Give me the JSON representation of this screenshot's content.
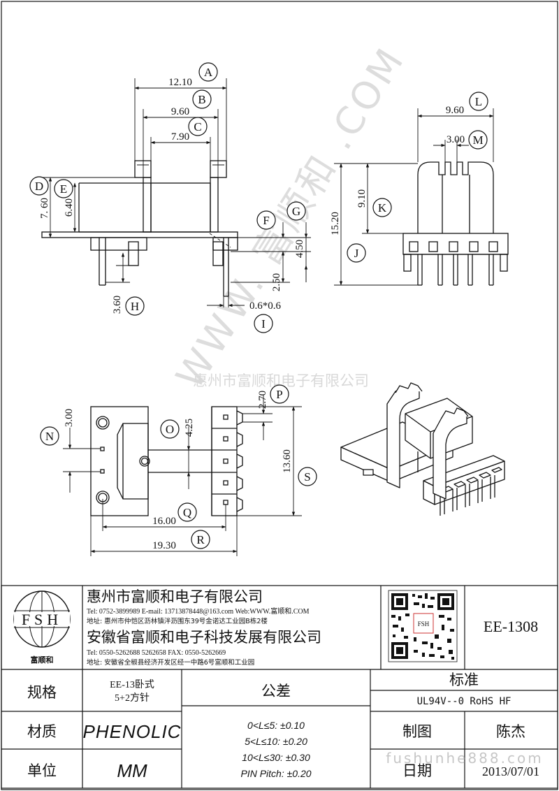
{
  "dimensions": {
    "A": {
      "letter": "A",
      "value": "12.10"
    },
    "B": {
      "letter": "B",
      "value": "9.60"
    },
    "C": {
      "letter": "C",
      "value": "7.90"
    },
    "D": {
      "letter": "D",
      "value": "7. 60"
    },
    "E": {
      "letter": "E",
      "value": "6.40"
    },
    "F": {
      "letter": "F",
      "value": "2.50"
    },
    "G": {
      "letter": "G",
      "value": "4.50"
    },
    "H": {
      "letter": "H",
      "value": "3.60"
    },
    "I": {
      "letter": "I",
      "value": "0.6*0.6"
    },
    "J": {
      "letter": "J",
      "value": "15.20"
    },
    "K": {
      "letter": "K",
      "value": "9.10"
    },
    "L": {
      "letter": "L",
      "value": "9.60"
    },
    "M": {
      "letter": "M",
      "value": "3.00"
    },
    "N": {
      "letter": "N",
      "value": "3.00"
    },
    "O": {
      "letter": "O",
      "value": "4.25"
    },
    "P": {
      "letter": "P",
      "value": "2.70"
    },
    "Q": {
      "letter": "Q",
      "value": "16.00"
    },
    "R": {
      "letter": "R",
      "value": "19.30"
    },
    "S": {
      "letter": "S",
      "value": "13.60"
    }
  },
  "watermark": {
    "diagonal": "WWW. 富顺和 .COM",
    "company": "惠州市富顺和电子有限公司",
    "site": "fushunhe888.com"
  },
  "title_block": {
    "logo_text": "FSH",
    "logo_caption": "富顺和",
    "qr_label": "FSH",
    "company1": {
      "name": "惠州市富顺和电子有限公司",
      "contact": "Tel:  0752-3899989  E-mail: 13713878448@163.com  Web:WWW.富顺和.COM",
      "address": "地址:  惠州市仲恺区沥林镇泮沥围东39号金诺达工业园B栋2楼"
    },
    "company2": {
      "name": "安徽省富顺和电子科技发展有限公司",
      "contact": "Tel:  0550-5262688  5262658      FAX: 0550-5262669",
      "address": "地址:  安徽省全椒县经济开发区经一中路6号富顺和工业园"
    },
    "part_number": "EE-1308",
    "spec_label": "规格",
    "spec_value_line1": "EE-13卧式",
    "spec_value_line2": "5+2方针",
    "material_label": "材质",
    "material_value": "PHENOLIC",
    "unit_label": "单位",
    "unit_value": "MM",
    "tolerance_label": "公差",
    "tolerances": [
      "0<L≤5: ±0.10",
      "5<L≤10: ±0.20",
      "10<L≤30: ±0.30",
      "PIN Pitch: ±0.20"
    ],
    "standard_label": "标准",
    "standard_value": "UL94V--0  RoHS HF",
    "drawn_label": "制图",
    "drawn_value": "陈杰",
    "date_label": "日期",
    "date_value": "2013/07/01"
  }
}
